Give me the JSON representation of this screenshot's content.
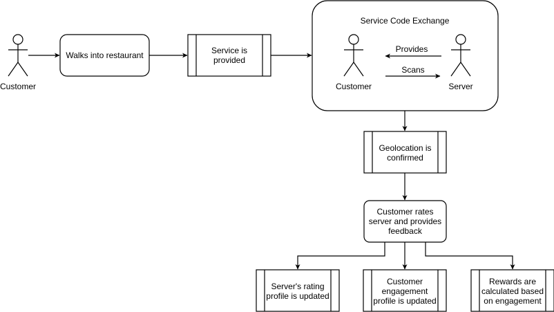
{
  "actors": {
    "customer_start": "Customer",
    "group_customer": "Customer",
    "group_server": "Server"
  },
  "nodes": {
    "walks_in": [
      "Walks into restaurant"
    ],
    "service_provided": [
      "Service is",
      "provided"
    ],
    "exchange_title": [
      "Service Code Exchange"
    ],
    "geolocation": [
      "Geolocation is",
      "confirmed"
    ],
    "rates": [
      "Customer rates",
      "server and provides",
      "feedback"
    ],
    "rating_updated": [
      "Server's rating",
      "profile is updated"
    ],
    "engagement_updated": [
      "Customer",
      "engagement",
      "profile is updated"
    ],
    "rewards": [
      "Rewards are",
      "calculated based",
      "on engagement"
    ]
  },
  "edge_labels": {
    "provides": "Provides",
    "scans": "Scans"
  }
}
